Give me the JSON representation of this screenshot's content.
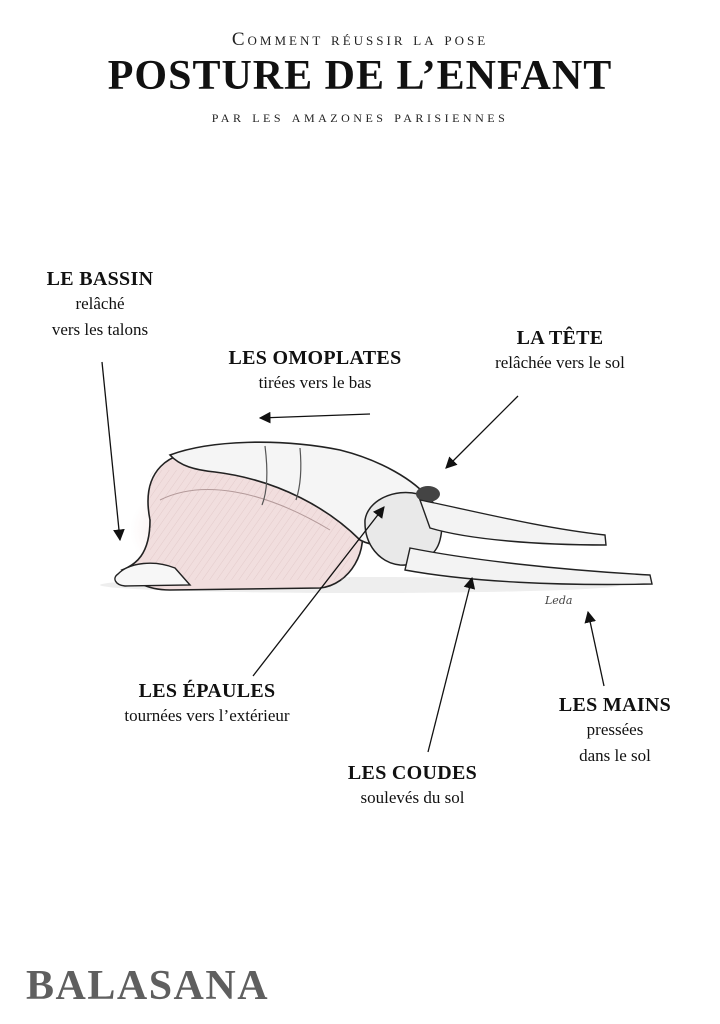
{
  "header": {
    "kicker": "Comment réussir la pose",
    "title": "POSTURE DE L’ENFANT",
    "byline": "par les amazones parisiennes"
  },
  "labels": {
    "bassin": {
      "title": "LE BASSIN",
      "line1": "relâché",
      "line2": "vers les talons"
    },
    "omoplates": {
      "title": "LES OMOPLATES",
      "line1": "tirées vers le bas"
    },
    "tete": {
      "title": "LA TÊTE",
      "line1": "relâchée vers le sol"
    },
    "epaules": {
      "title": "LES ÉPAULES",
      "line1": "tournées vers l’extérieur"
    },
    "mains": {
      "title": "LES MAINS",
      "line1": "pressées",
      "line2": "dans le sol"
    },
    "coudes": {
      "title": "LES COUDES",
      "line1": "soulevés du sol"
    }
  },
  "signature": "Leda",
  "footer": {
    "pose_name": "BALASANA"
  },
  "colors": {
    "accent_pink": "#e7c4c4",
    "text": "#111111",
    "footer_gray": "#5f5f5f"
  }
}
